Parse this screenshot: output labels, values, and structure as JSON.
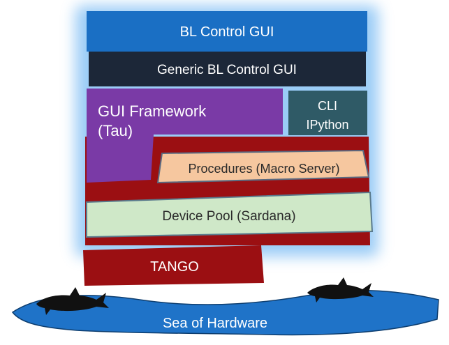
{
  "layers": {
    "bl_control_gui": "BL Control GUI",
    "generic_bl_control_gui": "Generic BL Control GUI",
    "gui_framework_line1": "GUI Framework",
    "gui_framework_line2": "(Tau)",
    "cli_line1": "CLI",
    "cli_line2": "IPython",
    "procedures": "Procedures (Macro Server)",
    "device_pool": "Device Pool (Sardana)",
    "tango": "TANGO",
    "sea": "Sea of Hardware"
  },
  "colors": {
    "blue": "#1a6fc4",
    "navy": "#1c2738",
    "purple": "#7a3aa6",
    "teal": "#2f5a66",
    "darkred": "#9b0f12",
    "peach": "#f6c79f",
    "mint": "#cfe8c8",
    "glow": "#4aa3ef",
    "sea": "#1f73c8"
  },
  "icons": [
    "shark-icon",
    "shark-icon"
  ]
}
